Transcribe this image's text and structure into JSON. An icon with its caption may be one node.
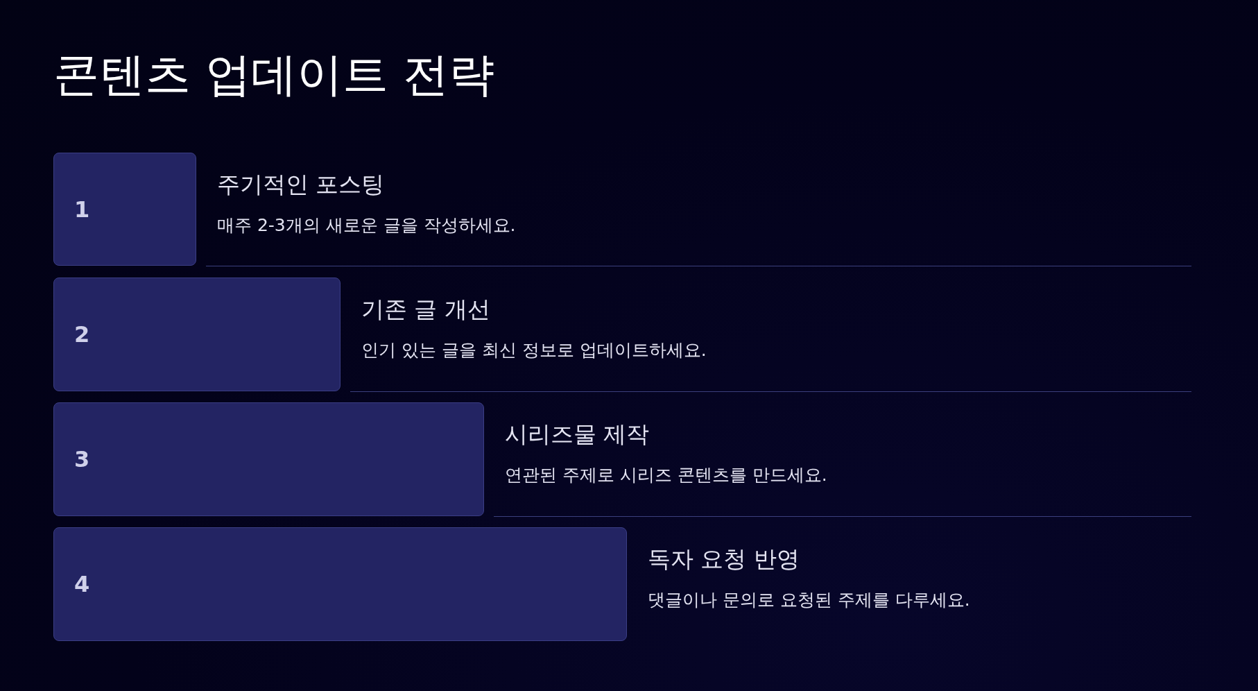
{
  "diagram": {
    "title": "콘텐츠 업데이트 전략",
    "nodes": [
      {
        "text": [
          "1"
        ],
        "beside": [
          "주기적인 포스팅",
          "매주 2-3개의 새로운 글을 작성하세요."
        ]
      },
      {
        "text": [
          "2"
        ],
        "beside": [
          "기존 글 개선",
          "인기 있는 글을 최신 정보로 업데이트하세요."
        ]
      },
      {
        "text": [
          "3"
        ],
        "beside": [
          "시리즈물 제작",
          "연관된 주제로 시리즈 콘텐츠를 만드세요."
        ]
      },
      {
        "text": [
          "4"
        ],
        "beside": [
          "독자 요청 반영",
          "댓글이나 문의로 요청된 주제를 다루세요."
        ]
      }
    ]
  }
}
